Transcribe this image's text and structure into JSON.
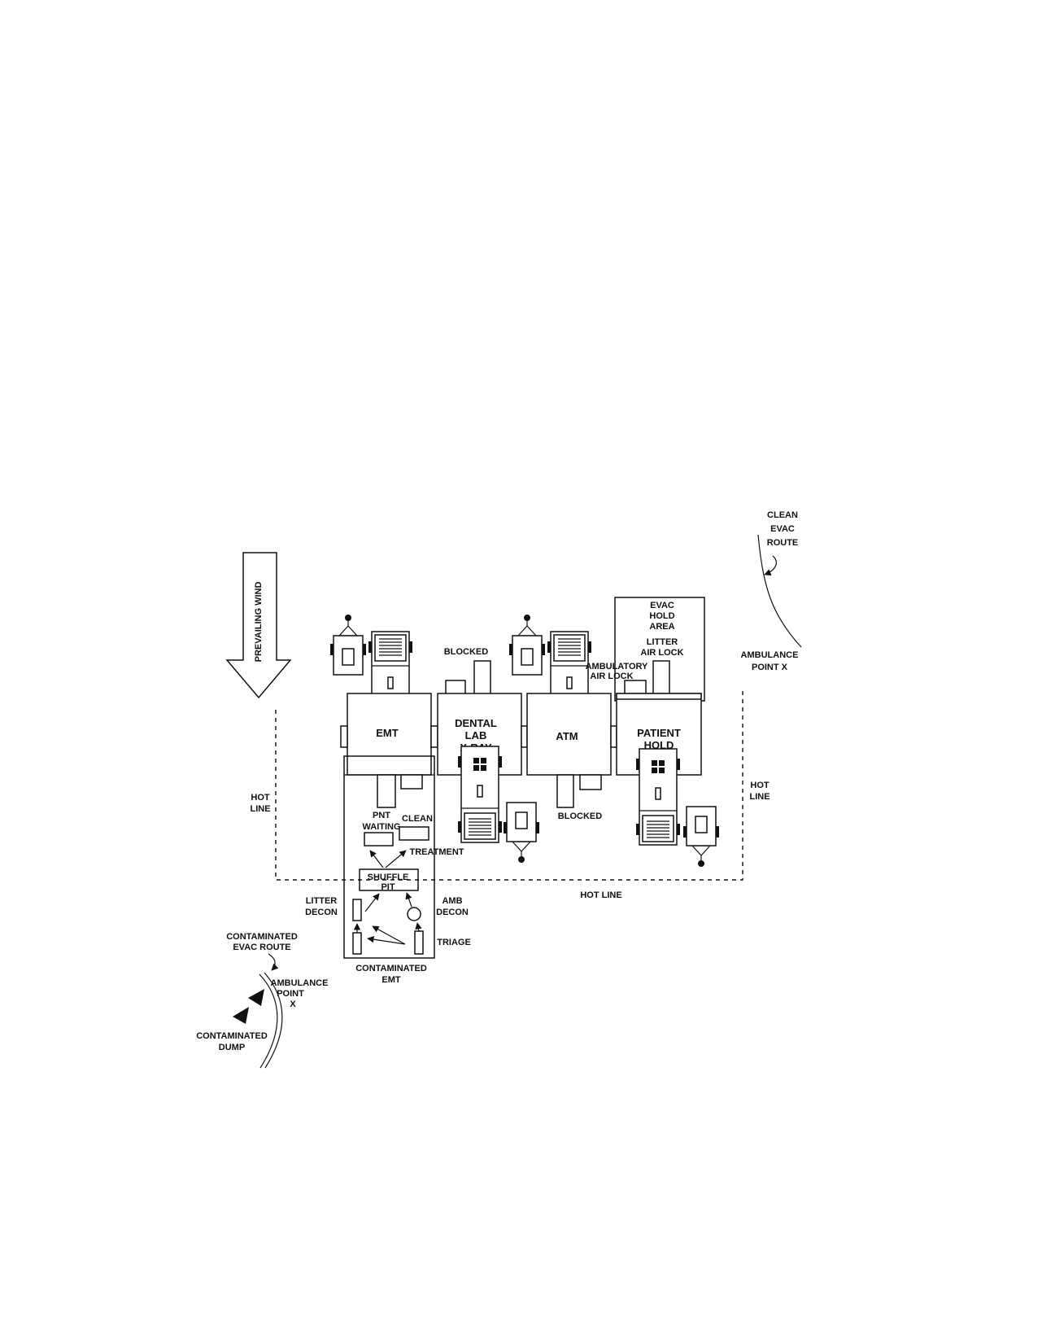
{
  "wind": {
    "label": "PREVAILING WIND"
  },
  "labels": {
    "clean_evac_1": "CLEAN",
    "clean_evac_2": "EVAC",
    "clean_evac_3": "ROUTE",
    "amb_point_r_1": "AMBULANCE",
    "amb_point_r_2": "POINT X",
    "evac_hold_1": "EVAC",
    "evac_hold_2": "HOLD",
    "evac_hold_3": "AREA",
    "litter_airlock_1": "LITTER",
    "litter_airlock_2": "AIR LOCK",
    "blocked_top": "BLOCKED",
    "amb_airlock_1": "AMBULATORY",
    "amb_airlock_2": "AIR LOCK",
    "emt": "EMT",
    "dental_1": "DENTAL",
    "dental_2": "LAB",
    "dental_3": "X-RAY",
    "atm": "ATM",
    "patient_1": "PATIENT",
    "patient_2": "HOLD",
    "hotline_left_1": "HOT",
    "hotline_left_2": "LINE",
    "hotline_right_1": "HOT",
    "hotline_right_2": "LINE",
    "blocked_bottom": "BLOCKED",
    "pnt_1": "PNT",
    "pnt_2": "WAITING",
    "clean": "CLEAN",
    "treatment": "TREATMENT",
    "shuffle_1": "SHUFFLE",
    "shuffle_2": "PIT",
    "hotline_bottom": "HOT LINE",
    "litter_decon_1": "LITTER",
    "litter_decon_2": "DECON",
    "amb_decon_1": "AMB",
    "amb_decon_2": "DECON",
    "triage": "TRIAGE",
    "cont_emt_1": "CONTAMINATED",
    "cont_emt_2": "EMT",
    "cont_evac_1": "CONTAMINATED",
    "cont_evac_2": "EVAC ROUTE",
    "amb_point_l_1": "AMBULANCE",
    "amb_point_l_2": "POINT",
    "amb_point_l_3": "X",
    "cont_dump_1": "CONTAMINATED",
    "cont_dump_2": "DUMP"
  },
  "colors": {
    "ink": "#111111",
    "paper": "#ffffff"
  }
}
